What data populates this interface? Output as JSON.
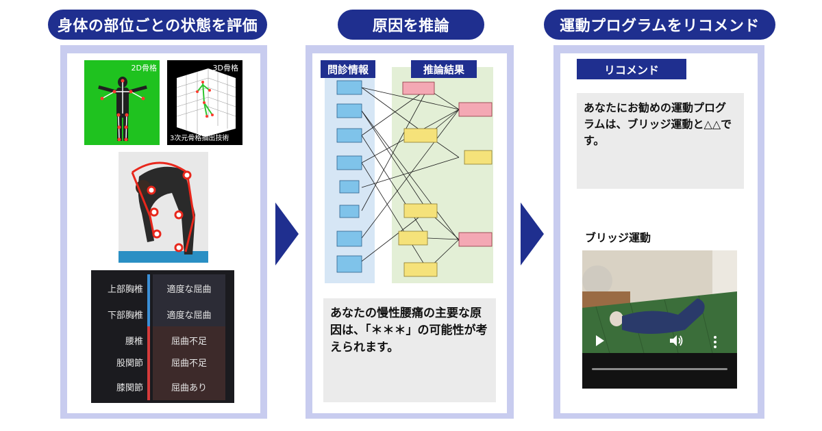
{
  "headers": {
    "evaluate": "身体の部位ごとの状態を評価",
    "infer": "原因を推論",
    "recommend": "運動プログラムをリコメンド"
  },
  "panel1": {
    "photo_2d_label": "2D骨格",
    "photo_3d_label": "3D骨格",
    "photo_3d_caption": "3次元骨格抽出技術",
    "table": [
      {
        "part": "上部胸椎",
        "status": "適度な屈曲",
        "color": "#3b8fd6"
      },
      {
        "part": "下部胸椎",
        "status": "適度な屈曲",
        "color": "#3b8fd6"
      },
      {
        "part": "腰椎",
        "status": "屈曲不足",
        "color": "#d63b3b"
      },
      {
        "part": "股関節",
        "status": "屈曲不足",
        "color": "#d63b3b"
      },
      {
        "part": "膝関節",
        "status": "屈曲あり",
        "color": "#d63b3b"
      }
    ]
  },
  "panel2": {
    "tag_left": "問診情報",
    "tag_right": "推論結果",
    "result_text": "あなたの慢性腰痛の主要な原因は、「＊＊＊」の可能性が考えられます。"
  },
  "panel3": {
    "tag": "リコメンド",
    "recommend_text": "あなたにお勧めの運動プログラムは、ブリッジ運動と△△です。",
    "exercise_title": "ブリッジ運動"
  },
  "colors": {
    "navy": "#1f2f8f",
    "panel": "#c8ccef",
    "grey_box": "#ebebeb",
    "left_col": "#d6e6f5",
    "right_col": "#e3efd6"
  }
}
